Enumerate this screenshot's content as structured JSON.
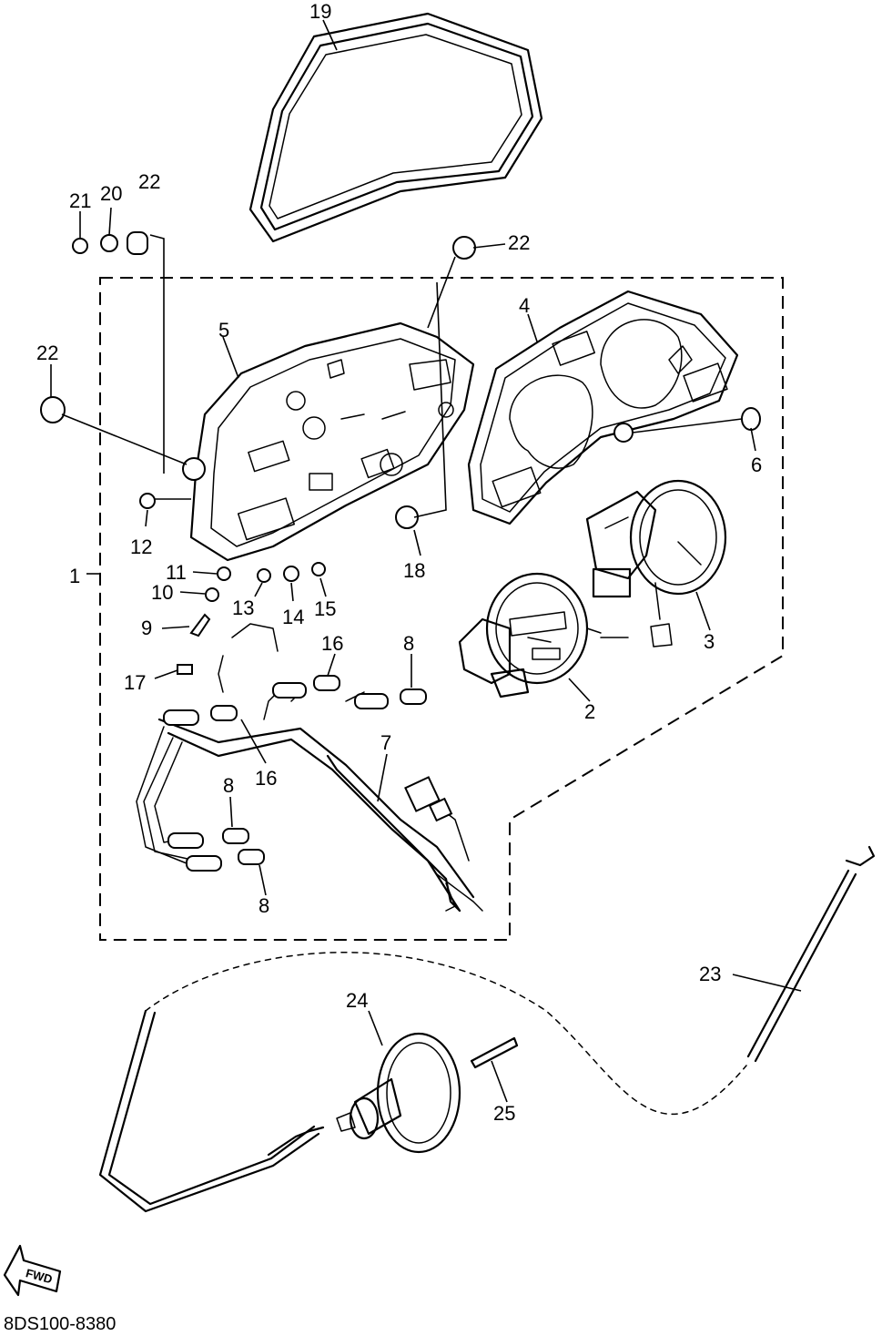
{
  "diagram_code": "8DS100-8380",
  "direction_badge": "FWD",
  "callouts": {
    "c1": "1",
    "c2": "2",
    "c3": "3",
    "c4": "4",
    "c5": "5",
    "c6": "6",
    "c7": "7",
    "c8a": "8",
    "c8b": "8",
    "c8c": "8",
    "c9": "9",
    "c10": "10",
    "c11": "11",
    "c12": "12",
    "c13": "13",
    "c14": "14",
    "c15": "15",
    "c16a": "16",
    "c16b": "16",
    "c17": "17",
    "c18": "18",
    "c19": "19",
    "c20": "20",
    "c21": "21",
    "c22a": "22",
    "c22b": "22",
    "c22c": "22",
    "c23": "23",
    "c24": "24",
    "c25": "25"
  }
}
